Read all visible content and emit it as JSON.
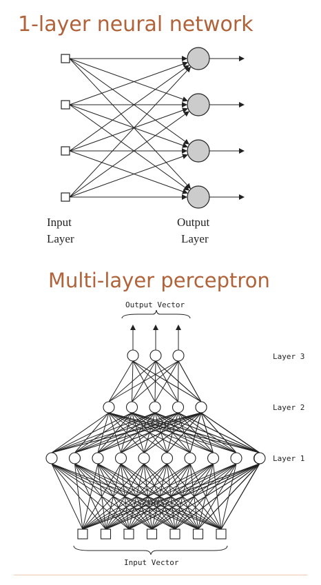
{
  "titles": {
    "single_layer": "1-layer neural network",
    "multi_layer": "Multi-layer perceptron"
  },
  "single_layer": {
    "input_label": [
      "Input",
      "Layer"
    ],
    "output_label": [
      "Output",
      "Layer"
    ],
    "inputs": 4,
    "outputs": 4,
    "node_fill": "#cccccc"
  },
  "mlp": {
    "output_vector_label": "Output Vector",
    "input_vector_label": "Input Vector",
    "layer_labels": [
      "Layer 3",
      "Layer 2",
      "Layer 1"
    ],
    "layers": [
      3,
      5,
      10
    ],
    "inputs": 7,
    "outputs": 3
  }
}
